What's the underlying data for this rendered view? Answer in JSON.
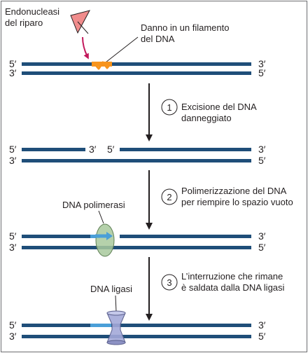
{
  "labels": {
    "endonuclease": [
      "Endonucleasi",
      "del riparo"
    ],
    "damage": [
      "Danno in un filamento",
      "del DNA"
    ],
    "polymerase": "DNA polimerasi",
    "ligase": "DNA ligasi"
  },
  "primes": {
    "five": "5′",
    "three": "3′"
  },
  "steps": [
    {
      "number": "1",
      "lines": [
        "Excisione del DNA",
        "danneggiato"
      ]
    },
    {
      "number": "2",
      "lines": [
        "Polimerizzazione del DNA",
        "per riempire lo spazio vuoto"
      ]
    },
    {
      "number": "3",
      "lines": [
        "L’interruzione che rimane",
        "è saldata dalla DNA ligasi"
      ]
    }
  ],
  "colors": {
    "strand": "#1f4e79",
    "damage": "#f7941d",
    "new_dna": "#4a9fd8",
    "endonuclease": "#f08c8c",
    "endonuclease_arrow": "#c2185b",
    "polymerase": "#a8c99c",
    "ligase": "#a3a8d8"
  }
}
